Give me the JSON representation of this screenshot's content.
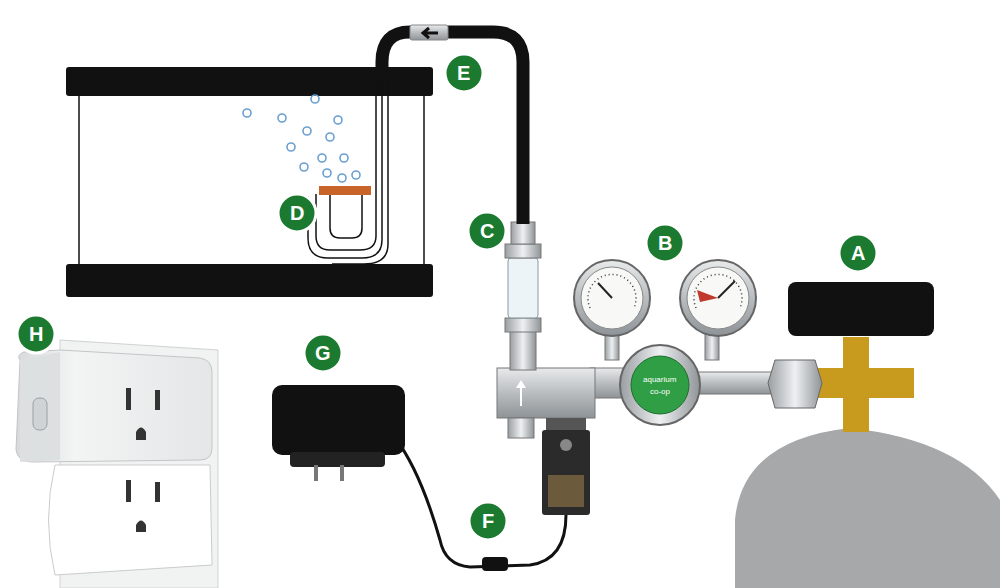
{
  "diagram": {
    "labels": [
      "A",
      "B",
      "C",
      "D",
      "E",
      "F",
      "G",
      "H",
      "aquarium",
      "co-op"
    ]
  }
}
